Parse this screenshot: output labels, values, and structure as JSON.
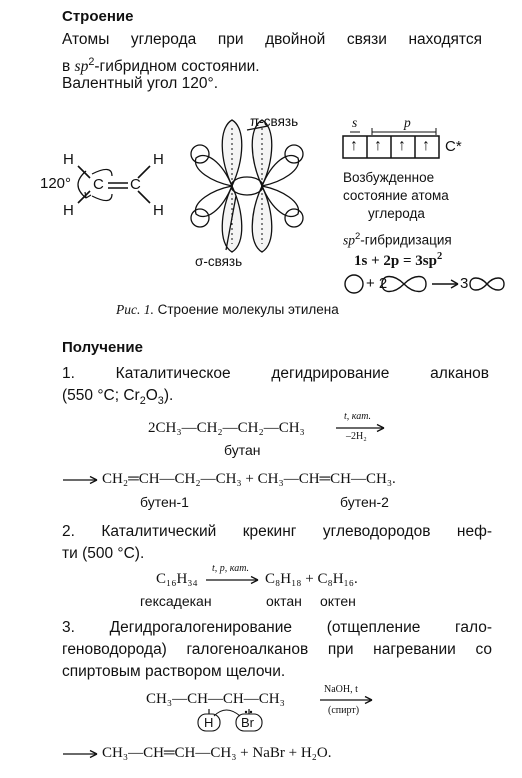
{
  "section1": {
    "heading": "Строение",
    "line1": "Атомы углерода при двойной связи находятся",
    "line2_pre": "в ",
    "line2_sp": "sp",
    "line2_sup": "2",
    "line2_post": "-гибридном состоянии.",
    "line3": "Валентный угол 120°."
  },
  "figure": {
    "angle": "120°",
    "h": "H",
    "c": "C",
    "pi_bond": "π-связь",
    "sigma_bond": "σ-связь",
    "orbital_s": "s",
    "orbital_p": "p",
    "arrow": "↑",
    "c_star": "C*",
    "excited_1": "Возбужденное",
    "excited_2": "состояние атома",
    "excited_3": "углерода",
    "hybrid_sp": "sp",
    "hybrid_sup": "2",
    "hybrid_post": "-гибридизация",
    "formula_a": "1s + 2p = 3sp",
    "formula_sup": "2",
    "orb_plus": "+ 2",
    "orb_three": "3",
    "caption_prefix": "Рис. 1.",
    "caption_text": " Строение молекулы этилена"
  },
  "section2": {
    "heading": "Получение",
    "item1_line1": "1. Каталитическое дегидрирование алканов",
    "item1_line2_a": "(550 °С; Cr",
    "item1_line2_b": "O",
    "item1_line2_c": ").",
    "r1": {
      "reactant": "2CH₃—CH₂—CH₂—CH₃",
      "cond_top": "t, кат.",
      "cond_bottom": "–2H₂",
      "reactant_name": "бутан",
      "product": "CH₂═CH—CH₂—CH₃ + CH₃—CH═CH—CH₃.",
      "name1": "бутен-1",
      "name2": "бутен-2"
    },
    "item2_line1": "2. Каталитический крекинг углеводородов неф-",
    "item2_line2": "ти (500 °С).",
    "r2": {
      "reactant": "C₁₆H₃₄",
      "cond_top": "t, p, кат.",
      "product": "C₈H₁₈ + C₈H₁₆.",
      "name1": "гексадекан",
      "name2": "октан",
      "name3": "октен"
    },
    "item3_line1": "3. Дегидрогалогенирование (отщепление гало-",
    "item3_line2": "геноводорода) галогеноалканов при нагревании со",
    "item3_line3": "спиртовым раствором щелочи.",
    "r3": {
      "reactant": "CH₃—CH—CH—CH₃",
      "h": "H",
      "br": "Br",
      "cond_top": "NaOH, t",
      "cond_bottom": "(спирт)",
      "product": "CH₃—CH═CH—CH₃ + NaBr + H₂O."
    }
  }
}
